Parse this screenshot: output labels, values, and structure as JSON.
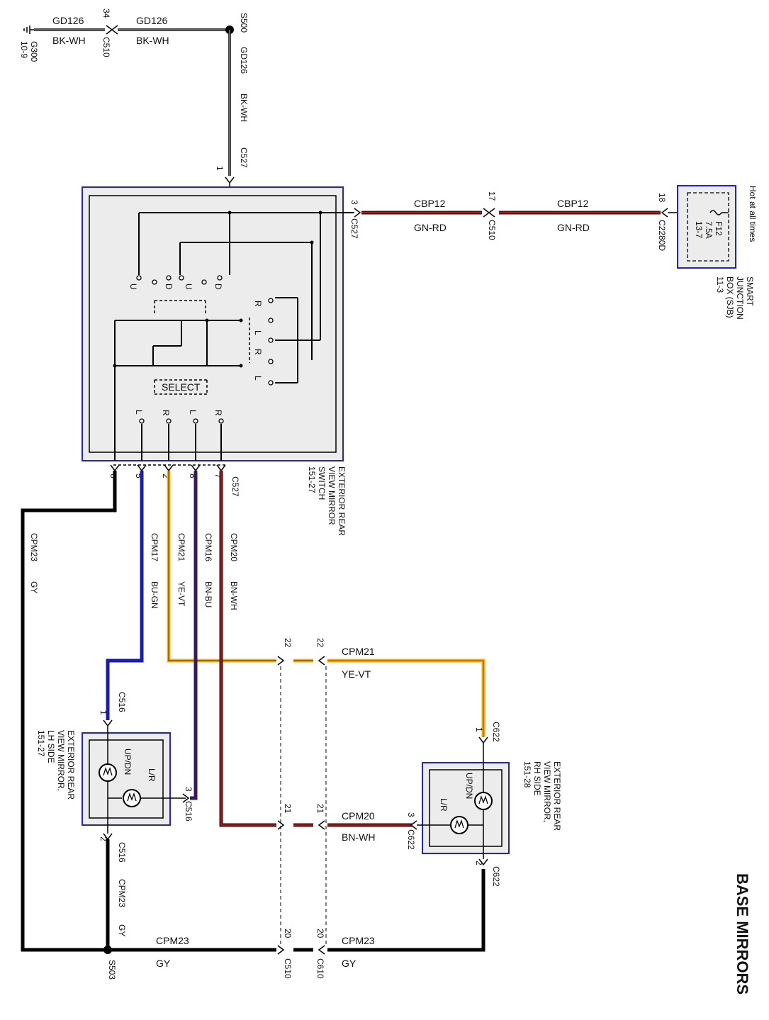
{
  "diagram": {
    "title": "BASE MIRRORS",
    "ground": {
      "wire": "GD126",
      "color": "BK-WH",
      "ground_id": "G300",
      "ground_ref": "10-9"
    },
    "c510_top": {
      "pin": "34",
      "name": "C510"
    },
    "gd126_mid": {
      "wire": "GD126",
      "color": "BK-WH"
    },
    "s500": {
      "name": "S500"
    },
    "vertical_feed": {
      "wire": "GD126",
      "color": "BK-WH",
      "connector": "C527",
      "pin": "1"
    },
    "power_feed": {
      "pin_c527": "3",
      "c527": "C527",
      "wire_a": "CBP12",
      "color_a": "GN-RD",
      "pin_c510": "17",
      "c510": "C510",
      "wire_b": "CBP12",
      "color_b": "GN-RD",
      "pin_c2280d": "18",
      "c2280d": "C2280D"
    },
    "sjb": {
      "hot": "Hot at all times",
      "fuse": "F12",
      "amps": "7.5A",
      "ref": "13-7",
      "name_lines": [
        "SMART",
        "JUNCTION",
        "BOX (SJB)",
        "11-3"
      ]
    },
    "switch": {
      "name_lines": [
        "EXTERIOR REAR",
        "VIEW MIRROR",
        "SWITCH",
        "151-27"
      ],
      "select": "SELECT",
      "ud_labels": [
        "U",
        "D",
        "U",
        "D"
      ],
      "rl_labels": [
        "R",
        "L",
        "R",
        "L"
      ],
      "lr_labels": [
        "L",
        "R",
        "L",
        "R"
      ],
      "bottom_connector": "C527",
      "pins": [
        "6",
        "5",
        "2",
        "8",
        "7"
      ]
    },
    "wires": {
      "cpm23_left": {
        "wire": "CPM23",
        "color": "GY"
      },
      "cpm17": {
        "wire": "CPM17",
        "color": "BU-GN"
      },
      "cpm21": {
        "wire": "CPM21",
        "color": "YE-VT"
      },
      "cpm16": {
        "wire": "CPM16",
        "color": "BN-BU"
      },
      "cpm20": {
        "wire": "CPM20",
        "color": "BN-WH"
      }
    },
    "inline": {
      "cpm21_pin_a": "22",
      "cpm21_pin_b": "22",
      "cpm21_wire": "CPM21",
      "cpm21_color": "YE-VT",
      "cpm20_pin_a": "21",
      "cpm20_pin_b": "21",
      "cpm20_wire": "CPM20",
      "cpm20_color": "BN-WH",
      "cpm23_pin_a": "20",
      "cpm23_pin_b": "20",
      "cpm23_wire_left": "CPM23",
      "cpm23_color_left": "GY",
      "cpm23_wire_right": "CPM23",
      "cpm23_color_right": "GY",
      "c510": "C510",
      "c610": "C610"
    },
    "lh_mirror": {
      "name_lines": [
        "EXTERIOR REAR",
        "VIEW MIRROR,",
        "LH SIDE",
        "151-27"
      ],
      "updn": "UP/DN",
      "lr": "L/R",
      "pin1": "1",
      "pin3": "3",
      "pin2": "2",
      "connector": "C516",
      "bottom_wire": "CPM23",
      "bottom_color": "GY",
      "splice": "S503"
    },
    "rh_mirror": {
      "name_lines": [
        "EXTERIOR REAR",
        "VIEW MIRROR,",
        "RH SIDE",
        "151-28"
      ],
      "updn": "UP/DN",
      "lr": "L/R",
      "pin1": "1",
      "pin3": "3",
      "pin2": "2",
      "connector": "C622"
    },
    "colors": {
      "frame": "#2323c8",
      "box_fill": "#ececec",
      "black": "#000000",
      "gray_wire": "#111111",
      "blue_wire": "#1a1ab4",
      "brown_wire": "#4a1010",
      "red_stripe": "#c81e1e",
      "yellow_wire": "#f0b400",
      "purple_wire": "#3a1860"
    }
  }
}
